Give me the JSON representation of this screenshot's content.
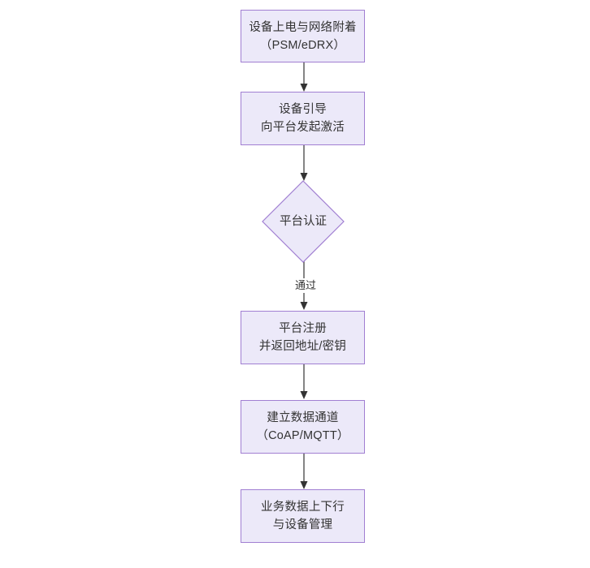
{
  "diagram": {
    "type": "flowchart",
    "orientation": "top-to-bottom",
    "background_color": "#ffffff",
    "node_fill_color": "#ece9f9",
    "node_border_color": "#a17fd2",
    "text_color": "#333333",
    "edge_color": "#333333",
    "nodes": [
      {
        "id": "power-on",
        "shape": "rectangle",
        "lines": [
          "设备上电与网络附着",
          "（PSM/eDRX）"
        ]
      },
      {
        "id": "bootstrap",
        "shape": "rectangle",
        "lines": [
          "设备引导",
          "向平台发起激活"
        ]
      },
      {
        "id": "platform-auth",
        "shape": "diamond",
        "lines": [
          "平台认证"
        ]
      },
      {
        "id": "platform-register",
        "shape": "rectangle",
        "lines": [
          "平台注册",
          "并返回地址/密钥"
        ]
      },
      {
        "id": "data-channel",
        "shape": "rectangle",
        "lines": [
          "建立数据通道",
          "（CoAP/MQTT）"
        ]
      },
      {
        "id": "business-data",
        "shape": "rectangle",
        "lines": [
          "业务数据上下行",
          "与设备管理"
        ]
      }
    ],
    "edges": [
      {
        "id": "e1",
        "from": "power-on",
        "to": "bootstrap",
        "label": ""
      },
      {
        "id": "e2",
        "from": "bootstrap",
        "to": "platform-auth",
        "label": ""
      },
      {
        "id": "e3",
        "from": "platform-auth",
        "to": "platform-register",
        "label": "通过"
      },
      {
        "id": "e4",
        "from": "platform-register",
        "to": "data-channel",
        "label": ""
      },
      {
        "id": "e5",
        "from": "data-channel",
        "to": "business-data",
        "label": ""
      }
    ]
  }
}
